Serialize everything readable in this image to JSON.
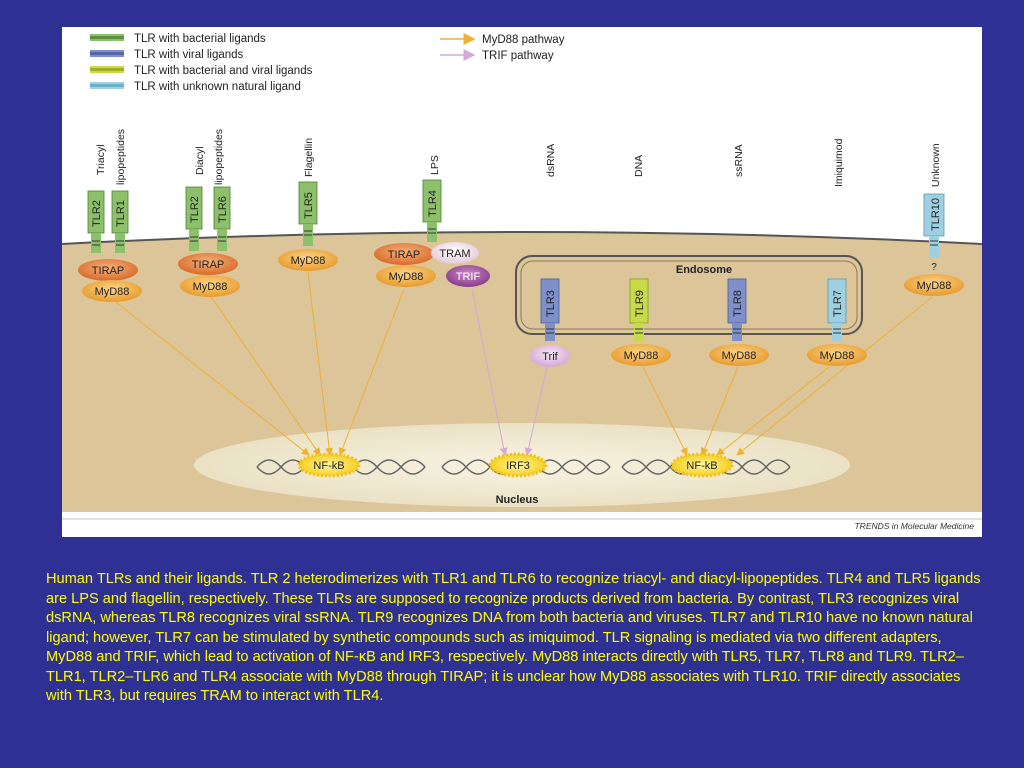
{
  "legend": {
    "bacterial": "TLR with bacterial ligands",
    "viral": "TLR with viral ligands",
    "both": "TLR with bacterial and viral ligands",
    "unknown": "TLR with unknown natural ligand",
    "myd88_pathway": "MyD88 pathway",
    "trif_pathway": "TRIF pathway"
  },
  "ligands": {
    "triacyl": [
      "Triacyl",
      "lipopeptides"
    ],
    "diacyl": [
      "Diacyl",
      "lipopeptides"
    ],
    "flagellin": "Flagellin",
    "lps": "LPS",
    "dsrna": "dsRNA",
    "dna": "DNA",
    "ssrna": "ssRNA",
    "imiquimod": "Imiquimod",
    "unknown": "Unknown"
  },
  "receptors": {
    "tlr1": "TLR1",
    "tlr2": "TLR2",
    "tlr6": "TLR6",
    "tlr5": "TLR5",
    "tlr4": "TLR4",
    "tlr3": "TLR3",
    "tlr9": "TLR9",
    "tlr8": "TLR8",
    "tlr7": "TLR7",
    "tlr10": "TLR10"
  },
  "adapters": {
    "tirap": "TIRAP",
    "myd88": "MyD88",
    "tram": "TRAM",
    "trif": "TRIF",
    "trif_lower": "Trif",
    "unknown_mark": "?"
  },
  "compartments": {
    "endosome": "Endosome",
    "nucleus": "Nucleus"
  },
  "transcription_factors": {
    "nfkb": "NF-kB",
    "irf3": "IRF3"
  },
  "source": "TRENDS in Molecular Medicine",
  "colors": {
    "bacterial": "#8dc06b",
    "viral": "#7f8fca",
    "both": "#c8d94a",
    "unknown": "#9fd0e2",
    "myd88_arrow": "#f0b030",
    "trif_arrow": "#d8a8d8",
    "cytoplasm": "#dbc599",
    "nucleus": "#efe8d0",
    "page_bg": "#2e3193",
    "caption": "#ffff00"
  },
  "caption": "Human TLRs and their ligands. TLR 2 heterodimerizes with TLR1 and TLR6 to recognize triacyl- and diacyl-lipopeptides. TLR4 and TLR5 ligands are LPS and flagellin, respectively. These TLRs are supposed to recognize products derived from bacteria. By contrast, TLR3 recognizes viral dsRNA, whereas TLR8 recognizes viral ssRNA. TLR9 recognizes DNA from both bacteria and viruses. TLR7 and TLR10 have no known natural ligand; however, TLR7 can be stimulated by synthetic compounds such as imiquimod. TLR signaling is mediated via two different adapters, MyD88 and TRIF, which lead to activation of NF-κB and IRF3, respectively. MyD88 interacts directly with TLR5, TLR7, TLR8 and TLR9. TLR2–TLR1, TLR2–TLR6 and TLR4 associate with MyD88 through TIRAP; it is unclear how MyD88 associates with TLR10. TRIF directly associates with TLR3, but requires TRAM to interact with TLR4."
}
